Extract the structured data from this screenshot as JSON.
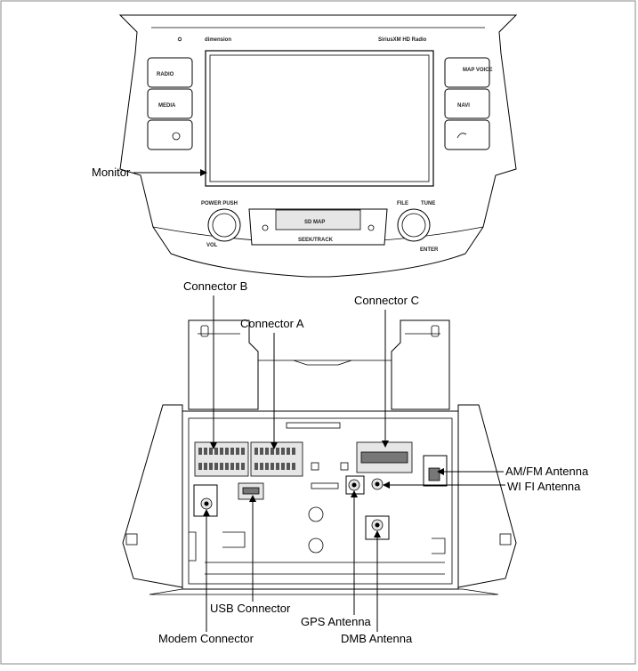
{
  "head_unit": {
    "brand": "dimension",
    "logos": "SiriusXM  HD Radio",
    "left_buttons": [
      "RADIO",
      "MEDIA"
    ],
    "right_buttons": [
      "MAP VOICE",
      "NAVI"
    ],
    "knob_left": {
      "top": "POWER PUSH",
      "bottom": "VOL"
    },
    "knob_right": {
      "top_left": "FILE",
      "top_right": "TUNE",
      "bottom": "ENTER"
    },
    "sd_label": "SD MAP",
    "seek_label": "SEEK/TRACK"
  },
  "labels": {
    "monitor": "Monitor",
    "connector_b": "Connector B",
    "connector_a": "Connector A",
    "connector_c": "Connector C",
    "am_fm_antenna": "AM/FM Antenna",
    "wifi_antenna": "WI FI Antenna",
    "usb_connector": "USB Connector",
    "gps_antenna": "GPS Antenna",
    "modem_connector": "Modem Connector",
    "dmb_antenna": "DMB Antenna"
  }
}
